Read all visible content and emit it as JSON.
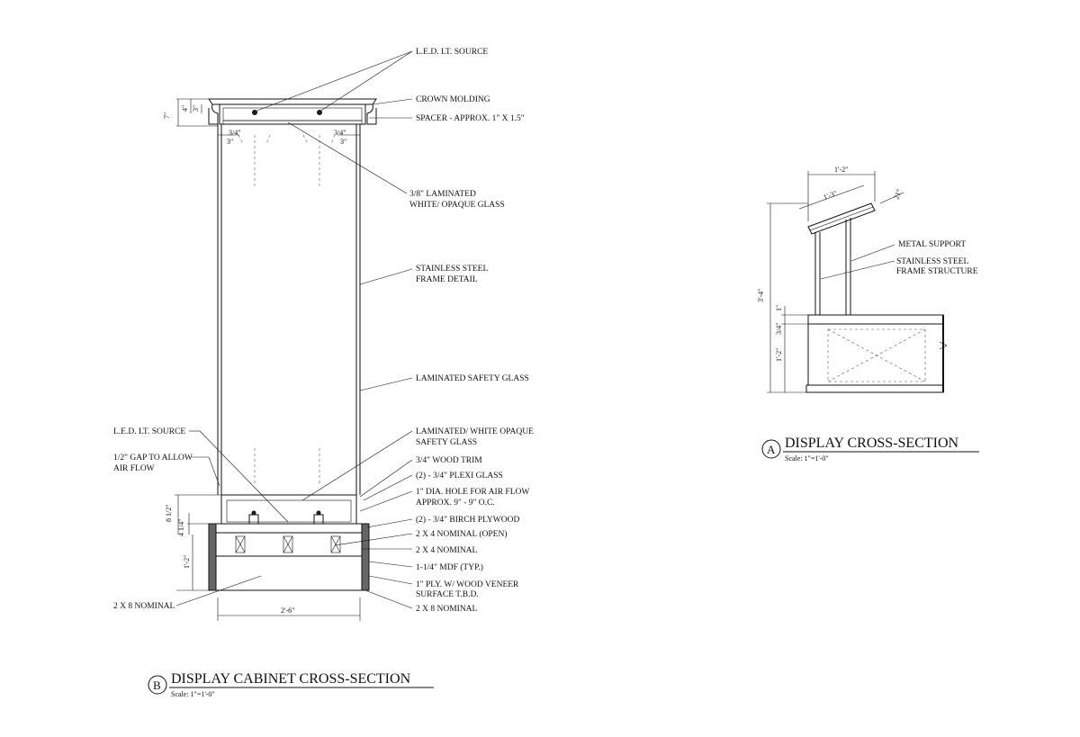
{
  "drawing_b": {
    "tag": "B",
    "title": "DISPLAY CABINET CROSS-SECTION",
    "scale": "Scale: 1\"=1'-0\"",
    "labels_right": {
      "led_top": "L.E.D. LT. SOURCE",
      "crown": "CROWN MOLDING",
      "spacer": "SPACER - APPROX. 1\" X 1.5\"",
      "glass_top_1": "3/8\" LAMINATED",
      "glass_top_2": "WHITE/ OPAQUE GLASS",
      "frame_1": "STAINLESS STEEL",
      "frame_2": "FRAME DETAIL",
      "safety": "LAMINATED SAFETY GLASS",
      "opaque_1": "LAMINATED/ WHITE OPAQUE",
      "opaque_2": "SAFETY GLASS",
      "trim": "3/4\" WOOD TRIM",
      "plexi": "(2) - 3/4\" PLEXI GLASS",
      "hole_1": "1\" DIA. HOLE FOR AIR FLOW",
      "hole_2": "APPROX. 9\" - 9\" O.C.",
      "birch": "(2) - 3/4\" BIRCH PLYWOOD",
      "nominal_open": "2 X 4 NOMINAL (OPEN)",
      "nominal": "2 X 4 NOMINAL",
      "mdf": "1-1/4\" MDF (TYP.)",
      "veneer_1": "1\" PLY. W/ WOOD VENEER",
      "veneer_2": "SURFACE T.B.D.",
      "nominal_2x8": "2 X 8 NOMINAL"
    },
    "labels_left": {
      "led_bottom": "L.E.D. LT. SOURCE",
      "gap_1": "1/2\" GAP TO ALLOW",
      "gap_2": "AIR FLOW",
      "nominal_2x8": "2 X 8 NOMINAL"
    },
    "dims": {
      "d7": "7\"",
      "d4": "4\"",
      "d3": "3\"",
      "d34_left": "3/4\"",
      "d3_left": "3\"",
      "d34_right": "3/4\"",
      "d3_right": "3\"",
      "d8_half": "8 1/2\"",
      "d4_quarter": "4 1/4\"",
      "d1_2": "1'-2\"",
      "width": "2'-6\""
    }
  },
  "drawing_a": {
    "tag": "A",
    "title": "DISPLAY CROSS-SECTION",
    "scale": "Scale: 1\"=1'-0\"",
    "labels": {
      "metal": "METAL SUPPORT",
      "frame_1": "STAINLESS STEEL",
      "frame_2": "FRAME STRUCTURE"
    },
    "dims": {
      "top_width": "1'-2\"",
      "slope_len": "1'-3\"",
      "angle": "21°",
      "height": "3'-4\"",
      "d1": "1\"",
      "d34": "3/4\"",
      "d1_2": "1'-2\""
    }
  }
}
